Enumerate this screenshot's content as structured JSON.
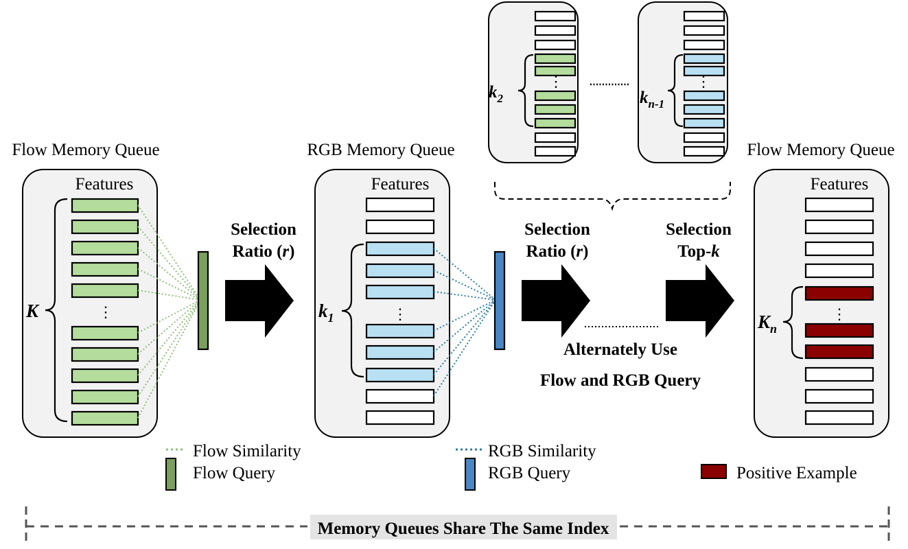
{
  "colors": {
    "flow_feature": "#b4dc9c",
    "rgb_feature": "#b8e0f2",
    "positive": "#8b0000",
    "flow_query": "#7aa05c",
    "rgb_query": "#4a86c4",
    "flow_similarity": "#8fbf7a",
    "rgb_similarity": "#2a7ca6",
    "box_fill": "#f2f2f2"
  },
  "queues": {
    "flow1": {
      "title": "Flow Memory Queue",
      "features": "Features",
      "brace": "K"
    },
    "rgb": {
      "title": "RGB Memory Queue",
      "features": "Features",
      "brace": "k",
      "brace_sub": "1"
    },
    "flow2": {
      "title": "Flow Memory Queue",
      "features": "Features",
      "brace": "K",
      "brace_sub": "n"
    }
  },
  "top_queues": {
    "left": {
      "brace": "k",
      "brace_sub": "2"
    },
    "right": {
      "brace": "k",
      "brace_sub": "n-1"
    }
  },
  "arrows": {
    "a1": {
      "line1": "Selection",
      "line2_pre": "Ratio (",
      "line2_var": "r",
      "line2_post": ")"
    },
    "a2": {
      "line1": "Selection",
      "line2_pre": "Ratio (",
      "line2_var": "r",
      "line2_post": ")"
    },
    "a3": {
      "line1": "Selection",
      "line2_pre": "Top-",
      "line2_var": "k",
      "line2_post": ""
    }
  },
  "alternate": {
    "line1": "Alternately Use",
    "line2": "Flow and RGB Query"
  },
  "legend": {
    "flow_similarity": "Flow Similarity",
    "flow_query": "Flow Query",
    "rgb_similarity": "RGB Similarity",
    "rgb_query": "RGB Query",
    "positive_example": "Positive Example"
  },
  "shared_index": "Memory Queues Share The Same Index",
  "vertical_dots": "·  ·  ·"
}
